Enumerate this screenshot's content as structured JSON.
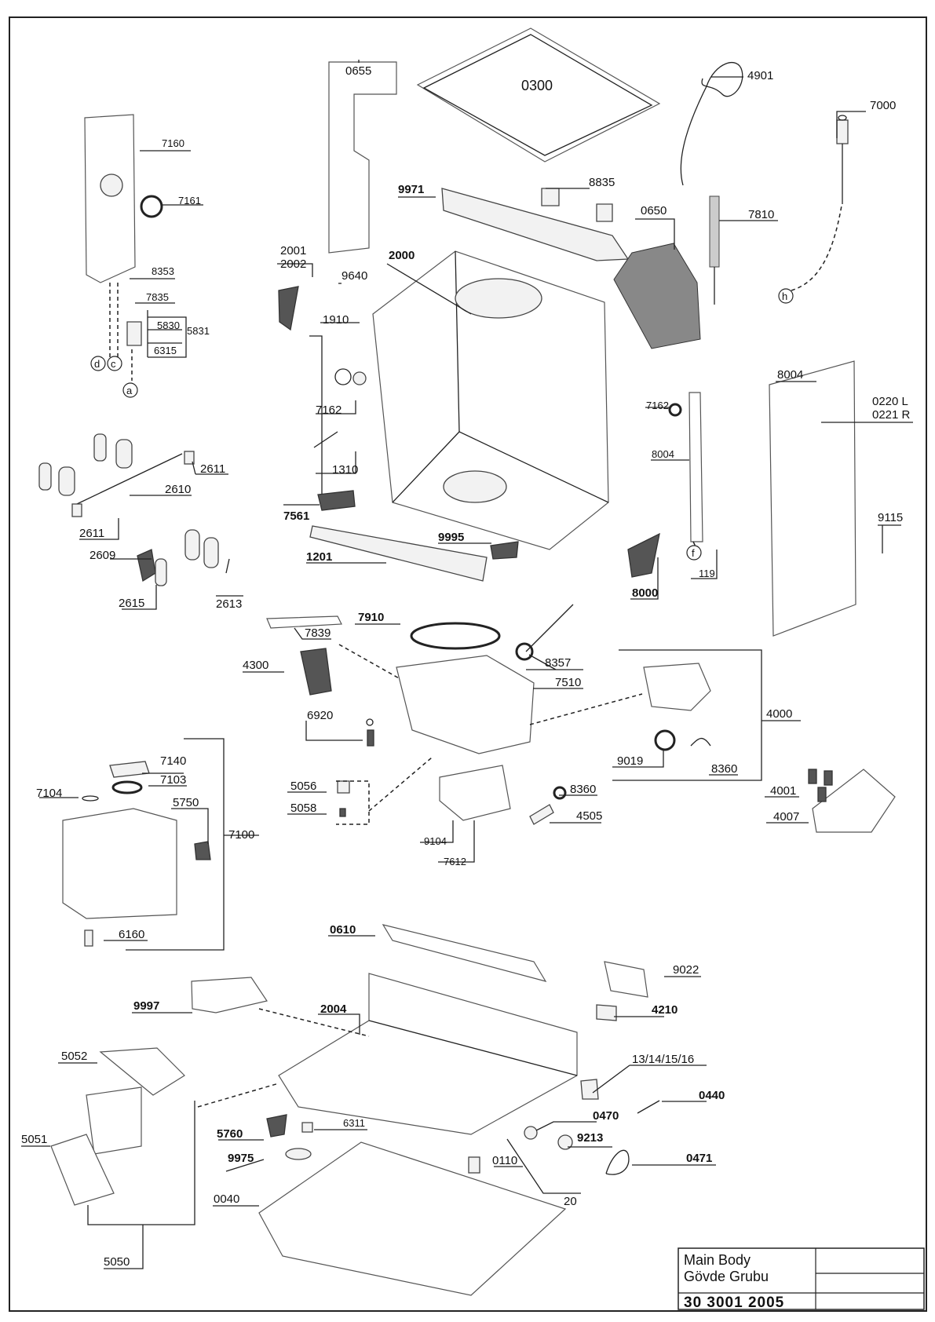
{
  "title_block": {
    "name_en": "Main Body",
    "name_tr": "Gövde Grubu",
    "drawing_no": "30 3001 2005"
  },
  "callouts": {
    "c0655": "0655",
    "c0300": "0300",
    "c4901": "4901",
    "c7000": "7000",
    "c7160": "7160",
    "c7161": "7161",
    "c8353": "8353",
    "c7835": "7835",
    "c5830": "5830",
    "c5831": "5831",
    "c6315": "6315",
    "c9971": "9971",
    "c8835": "8835",
    "c0650": "0650",
    "c7810": "7810",
    "c2001": "2001",
    "c2002": "2002",
    "c2000": "2000",
    "c9640": "9640",
    "c1910": "1910",
    "c7162a": "7162",
    "c1310": "1310",
    "c7561": "7561",
    "c8004a": "8004",
    "c0220": "0220 L",
    "c0221": "0221 R",
    "c7162b": "7162",
    "c8004b": "8004",
    "c2611a": "2611",
    "c2610": "2610",
    "c2611b": "2611",
    "c2609": "2609",
    "c2615": "2615",
    "c2613": "2613",
    "c9995": "9995",
    "c1201": "1201",
    "c8000": "8000",
    "c119": "119",
    "c9115": "9115",
    "c7910": "7910",
    "c7839": "7839",
    "c4300": "4300",
    "c8357": "8357",
    "c7510": "7510",
    "c4000": "4000",
    "c6920": "6920",
    "c9019": "9019",
    "c8360a": "8360",
    "c7140": "7140",
    "c7103": "7103",
    "c7104": "7104",
    "c5750": "5750",
    "c7100": "7100",
    "c5056": "5056",
    "c5058": "5058",
    "c8360b": "8360",
    "c4505": "4505",
    "c9104": "9104",
    "c7612": "7612",
    "c4001": "4001",
    "c4007": "4007",
    "c6160": "6160",
    "c0610": "0610",
    "c9022": "9022",
    "c9997": "9997",
    "c2004": "2004",
    "c4210": "4210",
    "c5052": "5052",
    "c13_16": "13/14/15/16",
    "c0440": "0440",
    "c0470": "0470",
    "c5760": "5760",
    "c6311": "6311",
    "c9213": "9213",
    "c9975": "9975",
    "c0110": "0110",
    "c0471": "0471",
    "c20": "20",
    "c5051": "5051",
    "c0040": "0040",
    "c5050": "5050"
  },
  "connectors": {
    "a": "a",
    "c": "c",
    "d": "d",
    "h": "h",
    "f": "f"
  }
}
